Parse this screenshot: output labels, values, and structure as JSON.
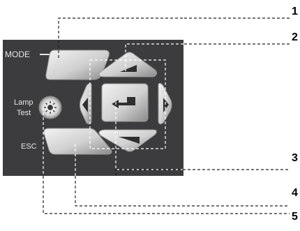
{
  "panel": {
    "labels": {
      "mode": "MODE",
      "lamp": "Lamp",
      "test": "Test",
      "esc": "ESC"
    }
  },
  "callouts": [
    "1",
    "2",
    "3",
    "4",
    "5"
  ],
  "colors": {
    "panel": "#3c3c3e",
    "button": "#d8d8d8",
    "button_dark": "#7f7f7f",
    "arrow": "#2f2f2f",
    "label": "#e6e6e6",
    "leader_dark_area": "#ffffff",
    "leader_light_area": "#222222",
    "callout_text": "#000000"
  },
  "icons": {
    "lamp_button": "sun-icon",
    "enter_button": "enter-arrow-icon",
    "up_button": "up-arrow-icon",
    "down_button": "down-arrow-icon",
    "left_button": "left-arrow-icon",
    "right_button": "right-arrow-icon"
  }
}
